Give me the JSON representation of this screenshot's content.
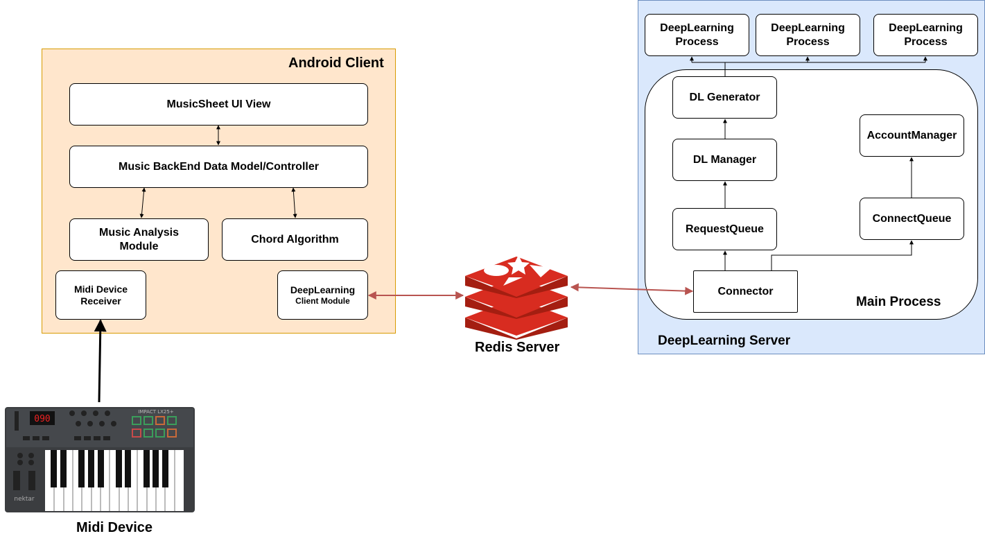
{
  "android_client": {
    "title": "Android Client",
    "musicsheet_view": "MusicSheet UI View",
    "backend": "Music BackEnd Data Model/Controller",
    "analysis_line1": "Music Analysis",
    "analysis_line2": "Module",
    "chord": "Chord Algorithm",
    "midi_receiver_line1": "Midi Device",
    "midi_receiver_line2": "Receiver",
    "dl_client_line1": "DeepLearning",
    "dl_client_line2": "Client Module"
  },
  "redis": {
    "label": "Redis Server",
    "color": "#d82c20"
  },
  "midi_device": {
    "label": "Midi Device",
    "display": "090",
    "brand": "nektar",
    "model": "IMPACT LX25+"
  },
  "dl_server": {
    "title": "DeepLearning Server",
    "main_process": "Main Process",
    "processes": [
      {
        "line1": "DeepLearning",
        "line2": "Process"
      },
      {
        "line1": "DeepLearning",
        "line2": "Process"
      },
      {
        "line1": "DeepLearning",
        "line2": "Process"
      }
    ],
    "dl_generator": "DL Generator",
    "dl_manager": "DL Manager",
    "request_queue": "RequestQueue",
    "connector": "Connector",
    "account_manager": "AccountManager",
    "connect_queue": "ConnectQueue"
  },
  "colors": {
    "android_bg": "#ffe6cc",
    "android_border": "#d79b00",
    "server_bg": "#dae8fc",
    "server_border": "#6c8ebf",
    "link": "#b85450"
  }
}
